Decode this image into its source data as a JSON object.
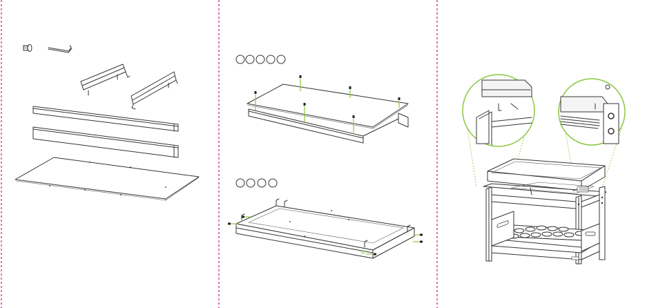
{
  "title": "",
  "colors": {
    "divider": "#c2188b",
    "highlight": "#8cc63f",
    "line": "#333333"
  },
  "icons": [
    "screw-icon",
    "allen-key-icon"
  ],
  "panels": [
    {
      "name": "parts-overview",
      "step_circles": 0
    },
    {
      "name": "top-shelf-assembly",
      "step_circles": 5
    },
    {
      "name": "bottom-shelf-assembly",
      "step_circles": 4
    },
    {
      "name": "finished-stand",
      "detail_callouts": 2
    }
  ]
}
